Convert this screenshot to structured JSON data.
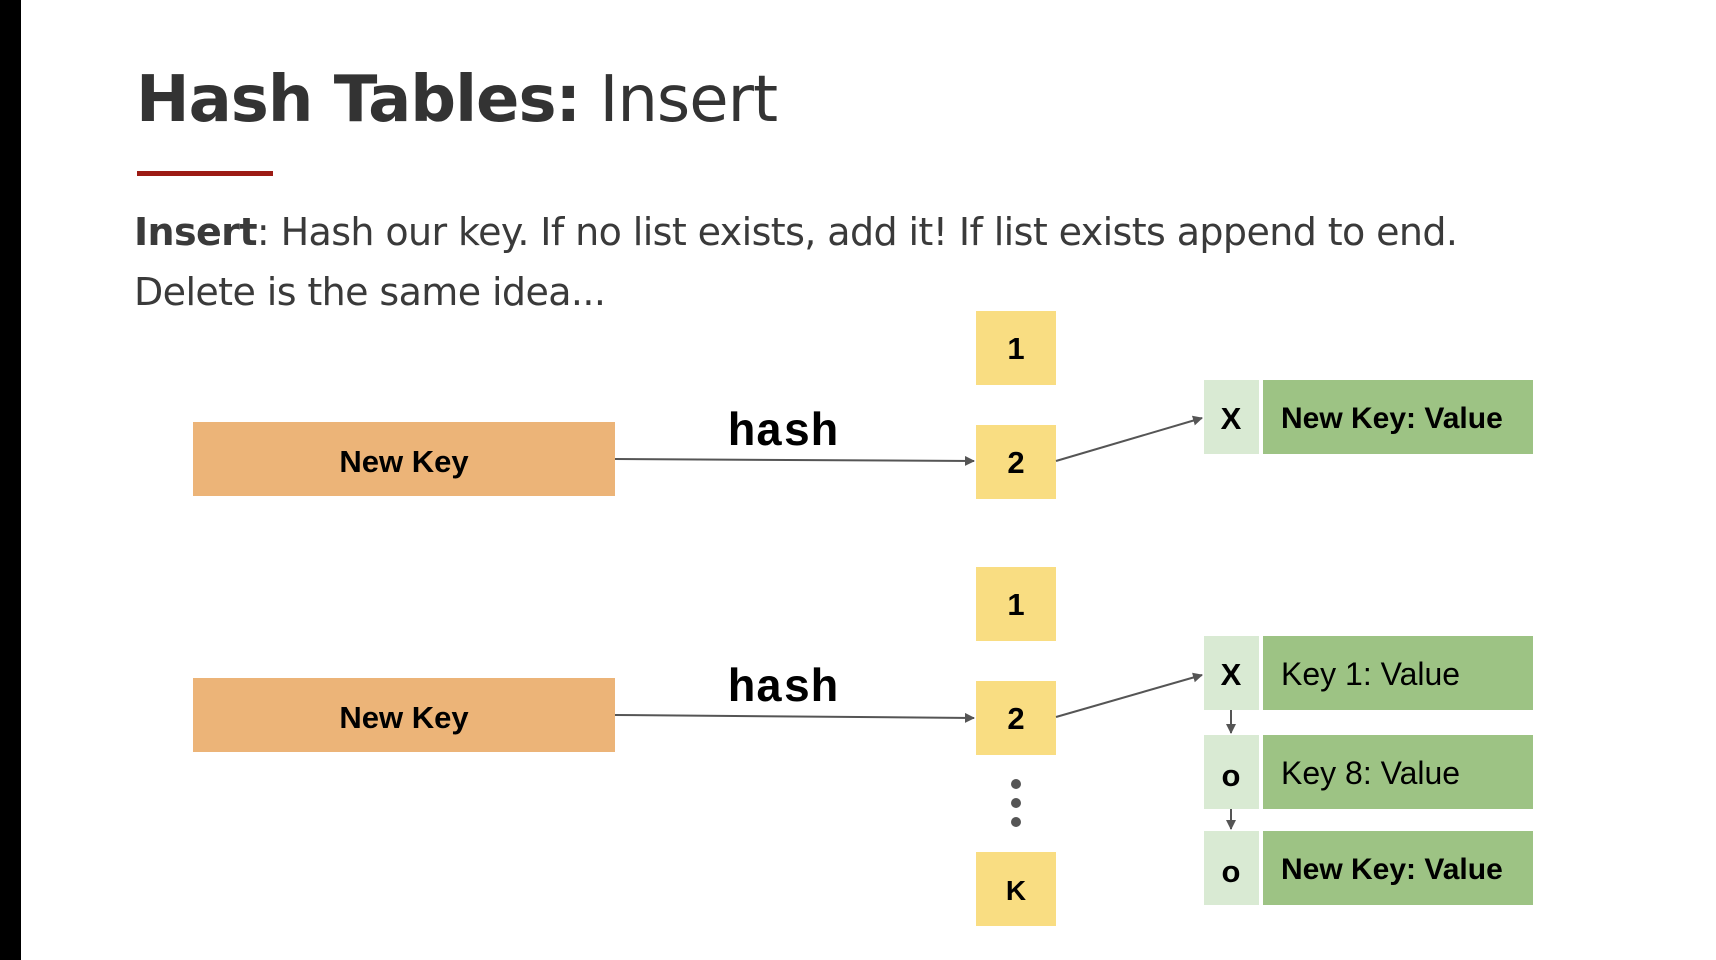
{
  "title": {
    "bold": "Hash Tables:",
    "light": "Insert"
  },
  "body": {
    "keyword": "Insert",
    "line1_rest": ": Hash our key. If no list exists, add it! If list exists append to end.",
    "line2": "Delete is the same idea..."
  },
  "colors": {
    "key_box": "#ecb478",
    "bucket": "#f9dd82",
    "entry": "#9dc384",
    "pointer_cell": "#d9ead3",
    "arrow": "#555555",
    "title_rule": "#9c1b14"
  },
  "diagrams": [
    {
      "key_label": "New Key",
      "hash_label": "hash",
      "buckets": [
        "1",
        "2"
      ],
      "chain": [
        {
          "pointer": "X",
          "entry": "New Key: Value",
          "bold": true
        }
      ]
    },
    {
      "key_label": "New Key",
      "hash_label": "hash",
      "buckets": [
        "1",
        "2",
        "K"
      ],
      "chain": [
        {
          "pointer": "X",
          "entry": "Key 1: Value",
          "bold": false
        },
        {
          "pointer": "o",
          "entry": "Key 8: Value",
          "bold": false
        },
        {
          "pointer": "o",
          "entry": "New Key: Value",
          "bold": true
        }
      ]
    }
  ]
}
